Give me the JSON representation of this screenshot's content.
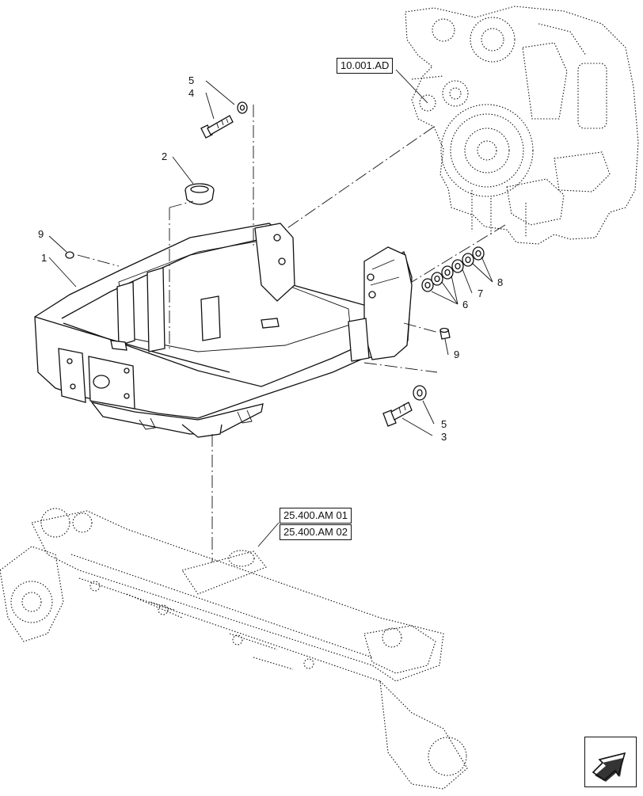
{
  "reference_boxes": {
    "engine_ref": "10.001.AD",
    "axle_ref_1": "25.400.AM 01",
    "axle_ref_2": "25.400.AM 02"
  },
  "callouts": {
    "item_1": "1",
    "item_2": "2",
    "item_3": "3",
    "item_4": "4",
    "item_5_top": "5",
    "item_5_bottom": "5",
    "item_6": "6",
    "item_7": "7",
    "item_8": "8",
    "item_9_left": "9",
    "item_9_right": "9"
  },
  "nav": {
    "icon": "arrow-icon"
  }
}
